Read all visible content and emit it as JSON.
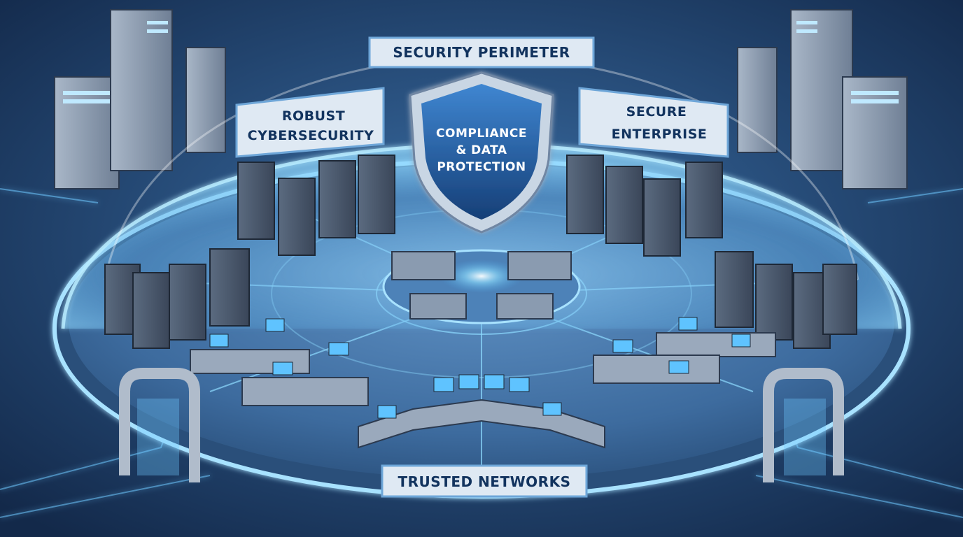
{
  "labels": {
    "top": "SECURITY PERIMETER",
    "left_line1": "ROBUST",
    "left_line2": "CYBERSECURITY",
    "right_line1": "SECURE",
    "right_line2": "ENTERPRISE",
    "shield_line1": "COMPLIANCE",
    "shield_line2": "& DATA",
    "shield_line3": "PROTECTION",
    "bottom": "TRUSTED NETWORKS"
  },
  "colors": {
    "background": "#1a3558",
    "dome_glow": "#7fd4ff",
    "shield": "#1f5fa8",
    "label_panel": "#dfe9f3",
    "label_text": "#12335e"
  },
  "icons": [
    "shield-icon",
    "server-rack-icon",
    "workstation-icon",
    "monitor-icon",
    "gate-icon"
  ]
}
